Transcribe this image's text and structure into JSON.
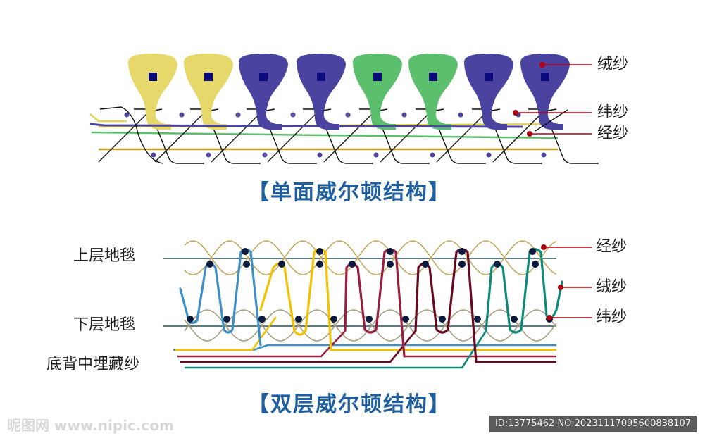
{
  "top": {
    "title": "【单面威尔顿结构】",
    "labels": {
      "pile": "绒纱",
      "weft": "纬纱",
      "warp": "经纱"
    }
  },
  "bottom": {
    "title": "【双层威尔顿结构】",
    "left_labels": {
      "upper": "上层地毯",
      "lower": "下层地毯",
      "back": "底背中埋藏纱"
    },
    "right_labels": {
      "warp": "经纱",
      "pile": "绒纱",
      "weft": "纬纱"
    }
  },
  "watermark": "昵图网 www.nipic.com",
  "id_text": "ID:13775462 NO:20231117095600838107",
  "colors": {
    "yellow": "#e6d86a",
    "purple": "#4a44a0",
    "green": "#5cbf6e",
    "navy": "#0a0a7a",
    "blue": "#3d8fc8",
    "gold": "#f2c200",
    "crimson": "#9a1f3e",
    "maroon": "#6a0a22",
    "teal": "#0e8a78",
    "title": "#1f5fa0",
    "pointer": "#b00010"
  }
}
